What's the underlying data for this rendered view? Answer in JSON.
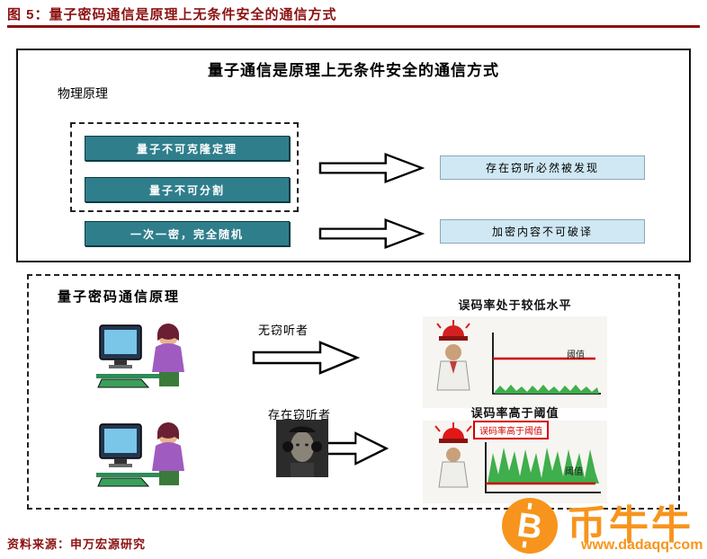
{
  "header": {
    "figure_title": "图 5：量子密码通信是原理上无条件安全的通信方式"
  },
  "diagram": {
    "title": "量子通信是原理上无条件安全的通信方式",
    "section_label": "物理原理",
    "principles": [
      "量子不可克隆定理",
      "量子不可分割",
      "一次一密，完全随机"
    ],
    "results": [
      "存在窃听必然被发现",
      "加密内容不可破译"
    ]
  },
  "protocol": {
    "title": "量子密码通信原理",
    "scenario_no_eavesdropper": {
      "arrow_label": "无窃听者",
      "chart_title": "误码率处于较低水平",
      "threshold_label": "阈值"
    },
    "scenario_eavesdropper": {
      "arrow_label": "存在窃听者",
      "chart_title": "误码率高于阈值",
      "chart_annotation": "误码率高于阈值",
      "threshold_label": "阈值"
    }
  },
  "footer": {
    "source": "资料来源：申万宏源研究"
  },
  "watermark": {
    "brand": "币牛牛",
    "url": "www.dadaqq.com",
    "symbol": "B"
  },
  "colors": {
    "accent_red": "#8c1111",
    "teal_box": "#2f7e8c",
    "light_blue_box": "#cfe8f4",
    "threshold_red": "#cc0000",
    "signal_green": "#3fae4c",
    "watermark_orange": "#f7941d"
  }
}
